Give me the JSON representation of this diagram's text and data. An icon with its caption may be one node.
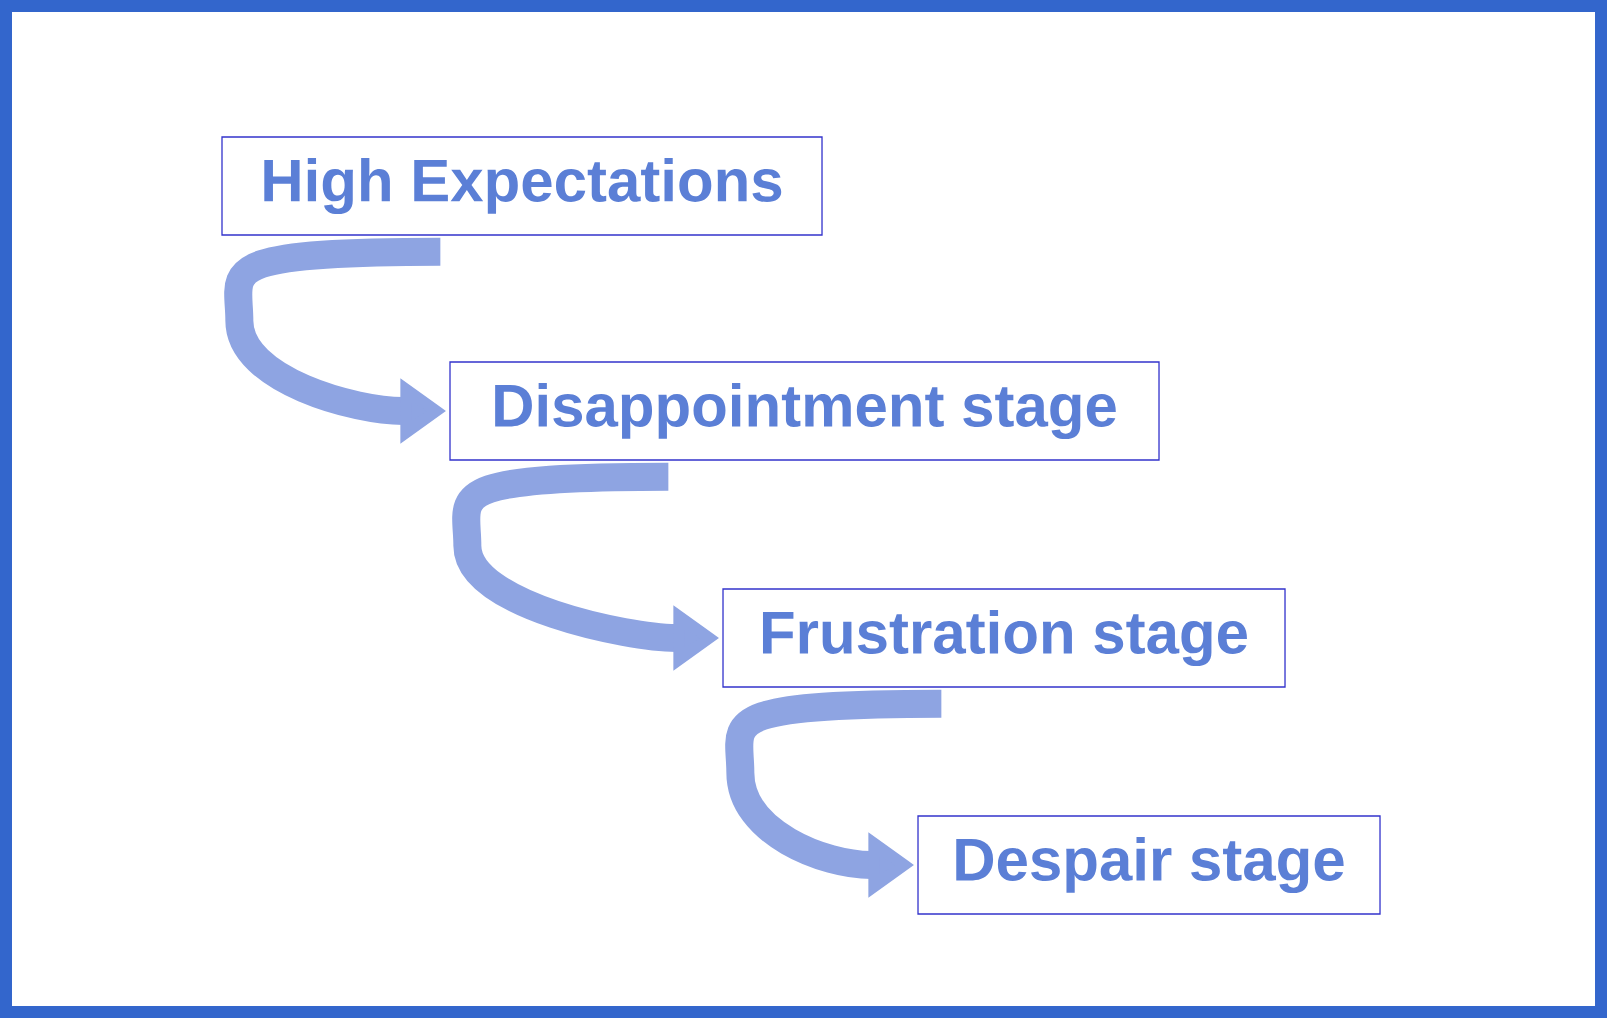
{
  "diagram": {
    "nodes": [
      {
        "text": [
          "High Expectations"
        ]
      },
      {
        "text": [
          "Disappointment stage"
        ]
      },
      {
        "text": [
          "Frustration stage"
        ]
      },
      {
        "text": [
          "Despair stage"
        ]
      }
    ],
    "edges": [
      {
        "from": 0,
        "to": 1,
        "arrow": "to"
      },
      {
        "from": 1,
        "to": 2,
        "arrow": "to"
      },
      {
        "from": 2,
        "to": 3,
        "arrow": "to"
      }
    ]
  }
}
